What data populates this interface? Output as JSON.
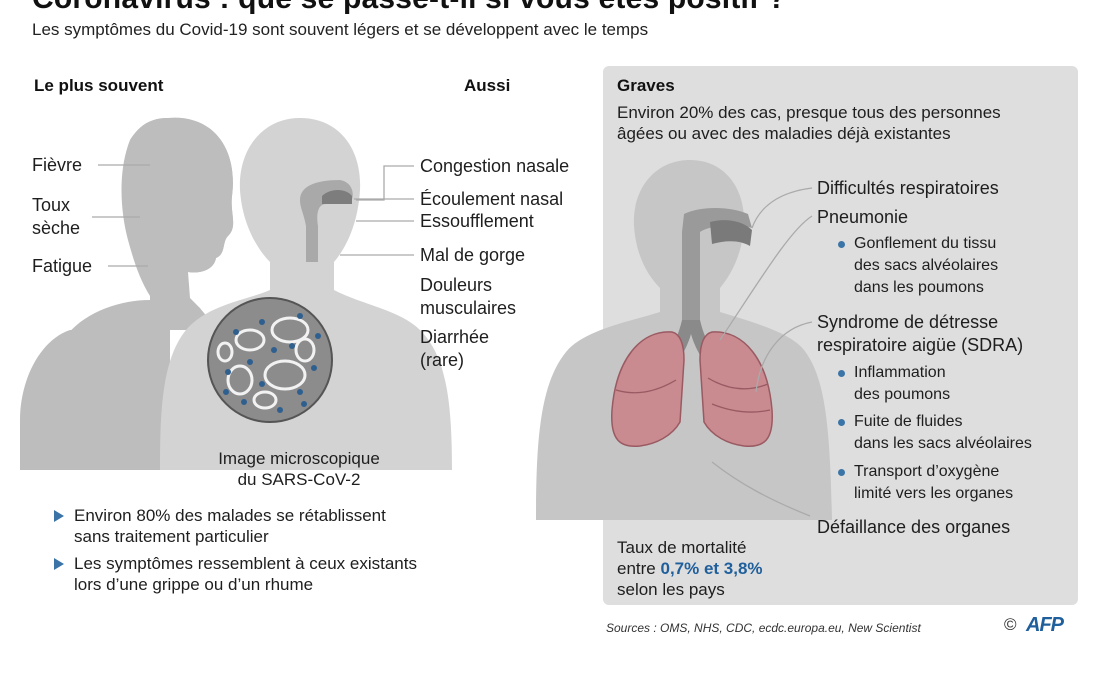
{
  "header": {
    "title": "Coronavirus : que se passe-t-il si vous êtes positif ?",
    "subtitle": "Les symptômes du Covid-19 sont souvent légers et se développent avec le temps"
  },
  "left": {
    "heading_common": "Le plus souvent",
    "heading_also": "Aussi",
    "common_symptoms": [
      "Fièvre",
      "Toux\nsèche",
      "Fatigue"
    ],
    "other_symptoms": [
      "Congestion nasale",
      "Écoulement nasal",
      "Essoufflement",
      "Mal de gorge",
      "Douleurs\nmusculaires",
      "Diarrhée\n(rare)"
    ],
    "micro_caption": "Image microscopique\ndu SARS-CoV-2",
    "bullets": [
      "Environ 80% des malades se rétablissent\nsans traitement particulier",
      "Les symptômes ressemblent à ceux existants\nlors d’une grippe ou d’un rhume"
    ]
  },
  "severe": {
    "heading": "Graves",
    "intro": "Environ 20% des cas, presque tous des personnes\nâgées ou avec des maladies déjà existantes",
    "item_resp": "Difficultés respiratoires",
    "item_pneu": "Pneumonie",
    "pneu_sub": "Gonflement du tissu\ndes sacs alvéolaires\ndans les poumons",
    "item_sdra": "Syndrome de détresse\nrespiratoire aigüe (SDRA)",
    "sdra_subs": [
      "Inflammation\ndes poumons",
      "Fuite de fluides\ndans les sacs alvéolaires",
      "Transport d’oxygène\nlimité vers les organes"
    ],
    "item_organs": "Défaillance des organes",
    "mortality_prefix": "Taux de mortalité\nentre ",
    "mortality_value": "0,7% et 3,8%",
    "mortality_suffix": "selon les pays"
  },
  "footer": {
    "sources": "Sources : OMS, NHS, CDC, ecdc.europa.eu, New Scientist",
    "copyright": "©",
    "agency": "AFP"
  },
  "colors": {
    "accent": "#3b75a8",
    "panel": "#dedede",
    "lung": "#c98a90",
    "silhouette": "#c9c9c9"
  }
}
